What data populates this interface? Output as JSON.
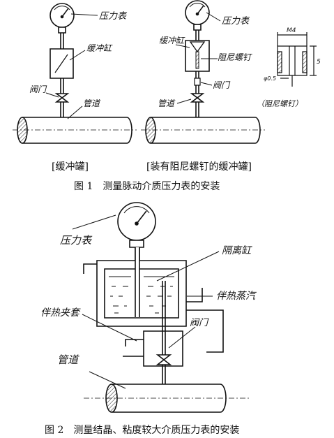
{
  "figure1": {
    "left": {
      "gauge_label": "压力表",
      "buffer_label": "缓冲缸",
      "valve_label": "阀门",
      "pipe_label": "管道",
      "sub_caption": "[缓冲罐]"
    },
    "right": {
      "gauge_label": "压力表",
      "buffer_label": "缓冲缸",
      "screw_label": "阻尼螺钉",
      "valve_label": "阀门",
      "pipe_label": "管道",
      "sub_caption": "[装有阻尼螺钉的缓冲罐]"
    },
    "detail": {
      "dim_top": "M4",
      "dim_side": "5",
      "dim_hole": "φ0.5",
      "label": "（阻尼螺钉）"
    },
    "caption": "图 1　测量脉动介质压力表的安装"
  },
  "figure2": {
    "gauge_label": "压力表",
    "isolation_label": "隔离缸",
    "heat_pipe_label": "伴热蒸汽",
    "heat_jacket_label": "伴热夹套",
    "valve_label": "阀门",
    "pipe_label": "管道",
    "caption": "图 2　测量结晶、粘度较大介质压力表的安装"
  }
}
